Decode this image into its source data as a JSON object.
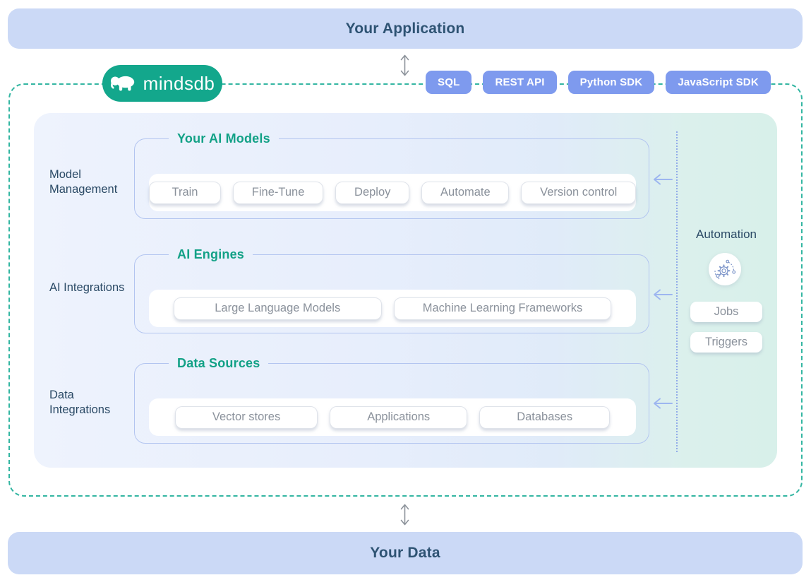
{
  "banners": {
    "top": "Your Application",
    "bottom": "Your Data"
  },
  "logo": {
    "brand": "mindsdb"
  },
  "api_chips": [
    "SQL",
    "REST API",
    "Python SDK",
    "JavaScript SDK"
  ],
  "rows": [
    {
      "label": "Model Management",
      "title": "Your AI Models",
      "chips": [
        "Train",
        "Fine-Tune",
        "Deploy",
        "Automate",
        "Version control"
      ]
    },
    {
      "label": "AI Integrations",
      "title": "AI Engines",
      "chips": [
        "Large Language Models",
        "Machine Learning Frameworks"
      ]
    },
    {
      "label": "Data Integrations",
      "title": "Data Sources",
      "chips": [
        "Vector stores",
        "Applications",
        "Databases"
      ]
    }
  ],
  "automation": {
    "title": "Automation",
    "buttons": [
      "Jobs",
      "Triggers"
    ]
  },
  "icons": {
    "logo_icon": "elephant-icon",
    "automation_icon": "automation-gear-icon",
    "connector_icon": "double-arrow-vertical-icon",
    "row_arrow_icon": "left-arrow-icon"
  },
  "colors": {
    "brand_green": "#13a78c",
    "dashed_border": "#34b6a2",
    "api_chip_blue": "#7e9aee",
    "banner_bg": "#cbd9f6",
    "heading_text": "#2e5373",
    "section_title_green": "#12a186",
    "panel_gradient_left": "#eef3fd",
    "panel_gradient_right": "#d8f0ea",
    "chip_text_gray": "#8a919b",
    "label_navy": "#2b4a66",
    "arrow_blue": "#9db6f0"
  }
}
